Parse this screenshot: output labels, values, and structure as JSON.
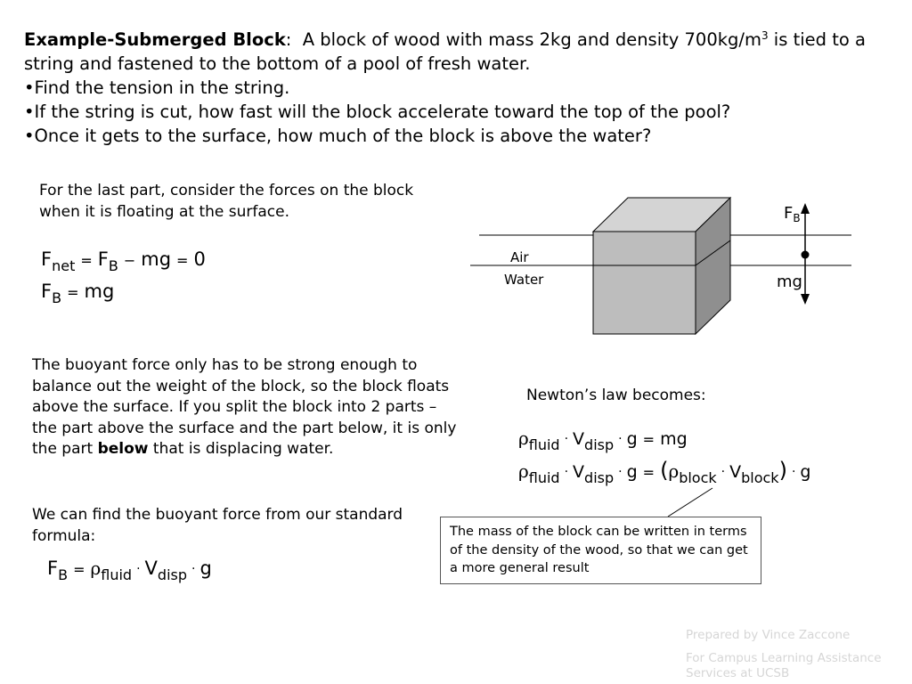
{
  "header": {
    "title": "Example-Submerged Block",
    "intro": "A block of wood with mass 2kg and density 700kg/m",
    "intro_sup": "3",
    "intro_rest": " is tied to a string and fastened to the bottom of a pool of fresh water.",
    "bullets": [
      "Find the tension in the string.",
      "If the string is cut, how fast will the block accelerate toward the top of the pool?",
      "Once it gets to the surface, how much of the block is above the water?"
    ]
  },
  "left": {
    "last_part_text": "For the last part, consider the forces on the block when it is floating at the surface.",
    "buoyant_para_1": "The buoyant force only has to be strong enough to balance out the weight of the block, so the block floats above the surface.  If you split the block into 2 parts – the part above the surface and the part below, it is only the part ",
    "buoyant_para_bold": "below",
    "buoyant_para_2": " that is displacing water.",
    "formula_intro": "We can find the buoyant force from our standard formula:"
  },
  "diagram": {
    "air_label": "Air",
    "water_label": "Water",
    "fb_label": "F",
    "fb_sub": "B",
    "mg_label": "mg"
  },
  "right": {
    "newton_text": "Newton’s law becomes:",
    "note_text": "The mass of the block can be written in terms of the density of the wood, so that we can get a more general result"
  },
  "equations": {
    "F": "F",
    "net": "net",
    "B": "B",
    "mg": "mg",
    "zero": "0",
    "eq": "=",
    "minus": "−",
    "dot": "·",
    "rho": "ρ",
    "fluid": "fluid",
    "V": "V",
    "disp": "disp",
    "g": "g",
    "block": "block",
    "lparen": "(",
    "rparen": ")"
  },
  "footer": {
    "prepared": "Prepared by Vince Zaccone",
    "campus": "For Campus Learning Assistance Services at UCSB"
  }
}
